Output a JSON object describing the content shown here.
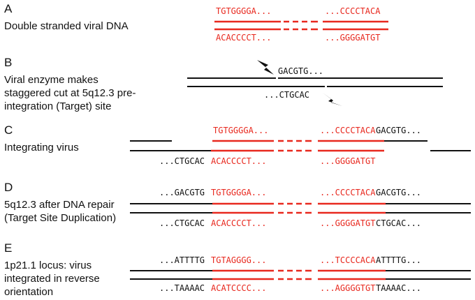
{
  "colors": {
    "viral": "#e8281e",
    "host": "#111111"
  },
  "panels": {
    "a": {
      "letter": "A",
      "desc": [
        "Double stranded viral DNA"
      ],
      "top_left": "TGTGGGGA...",
      "top_right": "...CCCCTACA",
      "bot_left": "ACACCCCT...",
      "bot_right": "...GGGGATGT"
    },
    "b": {
      "letter": "B",
      "desc": [
        "Viral enzyme makes",
        "staggered cut at 5q12.3 pre-",
        "integration (Target) site"
      ],
      "top_seq": "GACGTG...",
      "bot_seq": "...CTGCAC",
      "icon": "lightning-bolt-icon"
    },
    "c": {
      "letter": "C",
      "desc": [
        "Integrating virus"
      ],
      "top_left": "TGTGGGGA...",
      "top_right_red": "...CCCCTACA",
      "top_right_blk": "GACGTG...",
      "bot_left_blk": "...CTGCAC",
      "bot_left_red": "ACACCCCT...",
      "bot_right": "...GGGGATGT"
    },
    "d": {
      "letter": "D",
      "desc": [
        "5q12.3 after DNA repair",
        "(Target Site Duplication)"
      ],
      "top_left_blk": "...GACGTG",
      "top_left_red": "TGTGGGGA...",
      "top_right_red": "...CCCCTACA",
      "top_right_blk": "GACGTG...",
      "bot_left_blk": "...CTGCAC",
      "bot_left_red": "ACACCCCT...",
      "bot_right_red": "...GGGGATGT",
      "bot_right_blk": "CTGCAC..."
    },
    "e": {
      "letter": "E",
      "desc": [
        "1p21.1 locus: virus",
        "integrated in reverse",
        "orientation"
      ],
      "top_left_blk": "...ATTTTG",
      "top_left_red": "TGTAGGGG...",
      "top_right_red": "...TCCCCACA",
      "top_right_blk": "ATTTTG...",
      "bot_left_blk": "...TAAAAC",
      "bot_left_red": "ACATCCCC...",
      "bot_right_red": "...AGGGGTGT",
      "bot_right_blk": "TAAAAC..."
    }
  }
}
